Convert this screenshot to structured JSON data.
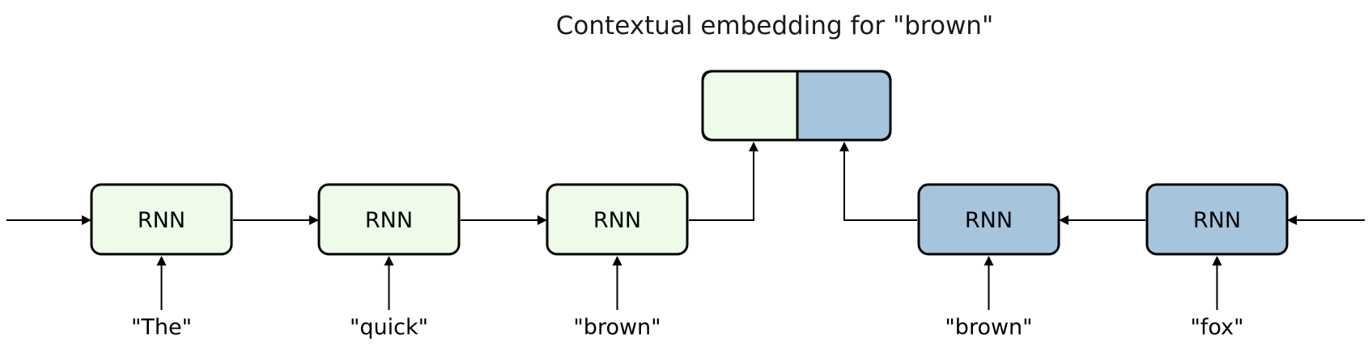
{
  "title": "Contextual embedding for \"brown\"",
  "colors": {
    "forward_fill": "#eefbe9",
    "backward_fill": "#a6c4dc",
    "output_left_fill": "#eefbe9",
    "output_right_fill": "#a6c4dc",
    "stroke": "#000000"
  },
  "forward_cells": [
    {
      "label": "RNN",
      "token": "\"The\""
    },
    {
      "label": "RNN",
      "token": "\"quick\""
    },
    {
      "label": "RNN",
      "token": "\"brown\""
    }
  ],
  "backward_cells": [
    {
      "label": "RNN",
      "token": "\"brown\""
    },
    {
      "label": "RNN",
      "token": "\"fox\""
    }
  ]
}
